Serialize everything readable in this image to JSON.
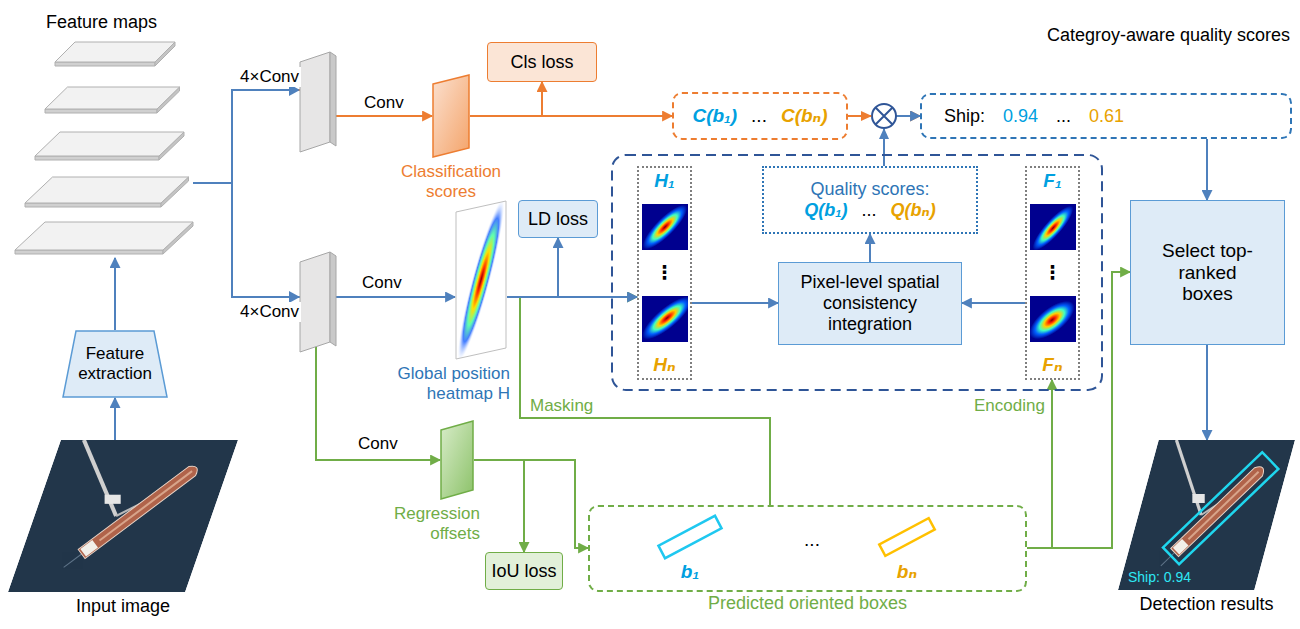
{
  "diagram": {
    "nodes": [
      {
        "text": [
          "Feature maps"
        ]
      },
      {
        "text": [
          "Feature extraction"
        ]
      },
      {
        "text": [
          "Input image"
        ]
      },
      {
        "text": [
          "Classification scores"
        ]
      },
      {
        "text": [
          "Cls loss"
        ]
      },
      {
        "text": [
          "C(b₁)",
          "...",
          "C(bₙ)"
        ]
      },
      {
        "text": [
          "Categroy-aware quality scores",
          "Ship:",
          "0.94",
          "...",
          "0.61"
        ]
      },
      {
        "text": [
          "Global position heatmap H"
        ]
      },
      {
        "text": [
          "LD loss"
        ]
      },
      {
        "text": [
          "H₁",
          "⋮",
          "Hₙ"
        ]
      },
      {
        "text": [
          "Quality scores:",
          "Q(b₁)",
          "...",
          "Q(bₙ)"
        ]
      },
      {
        "text": [
          "Pixel-level spatial consistency integration"
        ]
      },
      {
        "text": [
          "F₁",
          "⋮",
          "Fₙ"
        ]
      },
      {
        "text": [
          "Select top-ranked boxes"
        ]
      },
      {
        "text": [
          "Regression offsets"
        ]
      },
      {
        "text": [
          "IoU loss"
        ]
      },
      {
        "text": [
          "b₁",
          "...",
          "bₙ",
          "Predicted oriented boxes"
        ]
      },
      {
        "text": [
          "Ship: 0.94",
          "Detection results"
        ]
      }
    ],
    "edges": [
      {
        "from": 2,
        "to": 1,
        "arrow": "to"
      },
      {
        "from": 1,
        "to": 0,
        "arrow": "to"
      },
      {
        "from": 0,
        "to": 14,
        "arrow": "to"
      },
      {
        "from": 0,
        "to": 3,
        "arrow": "to"
      },
      {
        "from": 0,
        "to": 7,
        "arrow": "to"
      },
      {
        "from": 3,
        "to": 4,
        "arrow": "to"
      },
      {
        "from": 3,
        "to": 5,
        "arrow": "to"
      },
      {
        "from": 5,
        "to": 6,
        "arrow": "to"
      },
      {
        "from": 7,
        "to": 8,
        "arrow": "to"
      },
      {
        "from": 16,
        "to": 9,
        "arrow": "to",
        "label": "Masking"
      },
      {
        "from": 7,
        "to": 9,
        "arrow": "to"
      },
      {
        "from": 9,
        "to": 11,
        "arrow": "to"
      },
      {
        "from": 12,
        "to": 11,
        "arrow": "to"
      },
      {
        "from": 11,
        "to": 10,
        "arrow": "to"
      },
      {
        "from": 10,
        "to": 6,
        "arrow": "to"
      },
      {
        "from": 6,
        "to": 13,
        "arrow": "to"
      },
      {
        "from": 13,
        "to": 17,
        "arrow": "to"
      },
      {
        "from": 14,
        "to": 15,
        "arrow": "to"
      },
      {
        "from": 14,
        "to": 16,
        "arrow": "to"
      },
      {
        "from": 16,
        "to": 12,
        "arrow": "to",
        "label": "Encoding"
      },
      {
        "from": 16,
        "to": 13,
        "arrow": "to"
      }
    ],
    "labels": [
      "4×Conv",
      "Conv",
      "Conv",
      "4×Conv",
      "Conv"
    ]
  }
}
